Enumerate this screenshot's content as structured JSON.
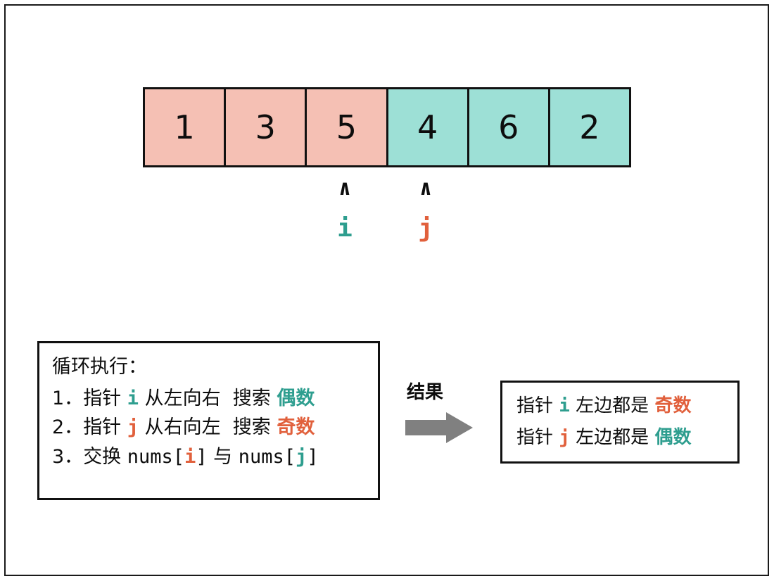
{
  "colors": {
    "odd_cell_fill": "#F5C0B4",
    "even_cell_fill": "#9DE0D6",
    "teal_text": "#2E9E8F",
    "orange_text": "#E1603C",
    "arrow_gray": "#808080",
    "stroke": "#111111"
  },
  "array": {
    "cells": [
      {
        "value": "1",
        "parity": "odd"
      },
      {
        "value": "3",
        "parity": "odd"
      },
      {
        "value": "5",
        "parity": "odd"
      },
      {
        "value": "4",
        "parity": "even"
      },
      {
        "value": "6",
        "parity": "even"
      },
      {
        "value": "2",
        "parity": "even"
      }
    ]
  },
  "pointers": [
    {
      "name": "i",
      "caret": "∧",
      "label": "i",
      "color": "teal",
      "cell_index": 2
    },
    {
      "name": "j",
      "caret": "∧",
      "label": "j",
      "color": "orange",
      "cell_index": 3
    }
  ],
  "steps_box": {
    "title": "循环执行：",
    "lines": [
      {
        "number": "1．",
        "parts": [
          {
            "text": "指针 ",
            "style": "plain"
          },
          {
            "text": "i",
            "style": "token-teal"
          },
          {
            "text": " 从左向右  搜索 ",
            "style": "plain"
          },
          {
            "text": "偶数",
            "style": "bold-teal"
          }
        ]
      },
      {
        "number": "2．",
        "parts": [
          {
            "text": "指针 ",
            "style": "plain"
          },
          {
            "text": "j",
            "style": "token-orange"
          },
          {
            "text": " 从右向左  搜索 ",
            "style": "plain"
          },
          {
            "text": "奇数",
            "style": "bold-orange"
          }
        ]
      },
      {
        "number": "3．",
        "parts": [
          {
            "text": "交换 ",
            "style": "plain"
          },
          {
            "text": "nums[",
            "style": "mono"
          },
          {
            "text": "i",
            "style": "token-orange"
          },
          {
            "text": "]",
            "style": "mono"
          },
          {
            "text": " 与 ",
            "style": "plain"
          },
          {
            "text": "nums[",
            "style": "mono"
          },
          {
            "text": "j",
            "style": "token-teal"
          },
          {
            "text": "]",
            "style": "mono"
          }
        ]
      }
    ]
  },
  "arrow": {
    "label": "结果",
    "icon": "right-arrow-icon"
  },
  "result_box": {
    "lines": [
      {
        "parts": [
          {
            "text": "指针 ",
            "style": "plain"
          },
          {
            "text": "i",
            "style": "token-teal"
          },
          {
            "text": " 左边都是 ",
            "style": "plain"
          },
          {
            "text": "奇数",
            "style": "bold-orange"
          }
        ]
      },
      {
        "parts": [
          {
            "text": "指针 ",
            "style": "plain"
          },
          {
            "text": "j",
            "style": "token-orange"
          },
          {
            "text": " 左边都是 ",
            "style": "plain"
          },
          {
            "text": "偶数",
            "style": "bold-teal"
          }
        ]
      }
    ]
  }
}
